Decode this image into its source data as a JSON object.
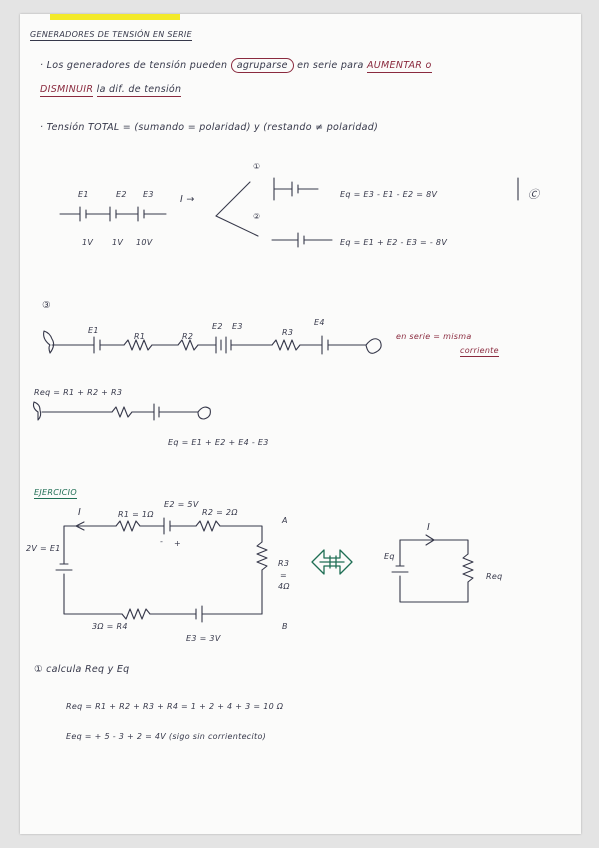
{
  "colors": {
    "ink": "#36384a",
    "red": "#8a2a3e",
    "green": "#1f6e54",
    "tape": "#f3ea2a",
    "paper": "#fbfbfa"
  },
  "header": {
    "title": "GENERADORES DE TENSIÓN EN SERIE"
  },
  "intro": {
    "line1_a": "· Los generadores de tensión pueden",
    "line1_circled": "agruparse",
    "line1_b": "en serie para",
    "line1_red": "AUMENTAR o",
    "line2_red": "DISMINUIR",
    "line2_b": "la dif. de tensión"
  },
  "total": {
    "text": "· Tensión TOTAL = (sumando = polaridad) y (restando ≠ polaridad)"
  },
  "diagram1": {
    "labels": [
      "E1",
      "E2",
      "E3"
    ],
    "values": [
      "1V",
      "1V",
      "10V"
    ],
    "current": "I →",
    "option1": "①",
    "option2": "②",
    "eq1": "Eq = E3 - E1 - E2 = 8V",
    "eq1_mark": "Ⓒ",
    "eq2": "Eq = E1 + E2 - E3 = - 8V"
  },
  "diagram2": {
    "num": "③",
    "labels": {
      "e1": "E1",
      "r1": "R1",
      "r2": "R2",
      "e2": "E2",
      "e3": "E3",
      "r3": "R3",
      "e4": "E4"
    },
    "note_a": "en serie = misma",
    "note_b": "corriente"
  },
  "simplified": {
    "req": "Req = R1 + R2 + R3",
    "eq": "Eq = E1 + E2 + E4 - E3"
  },
  "exercise": {
    "title": "EJERCICIO",
    "current": "I",
    "r1": "R1 = 1Ω",
    "e2": "E2 = 5V",
    "r2": "R2 = 2Ω",
    "a": "A",
    "e1": "2V = E1",
    "minus": "-",
    "plus": "+",
    "r3_a": "R3",
    "r3_b": "=",
    "r3_c": "4Ω",
    "r4": "3Ω = R4",
    "e3": "E3 = 3V",
    "b": "B",
    "eq_current": "I",
    "eq_e": "Eq",
    "eq_r": "Req"
  },
  "calc": {
    "prompt": "① calcula Req y Eq",
    "req_line": "Req = R1 + R2 + R3 + R4 = 1 + 2 + 4 + 3 = 10 Ω",
    "eq_line": "Eeq = + 5 - 3 + 2 = 4V (sigo sin corrientecito)"
  }
}
